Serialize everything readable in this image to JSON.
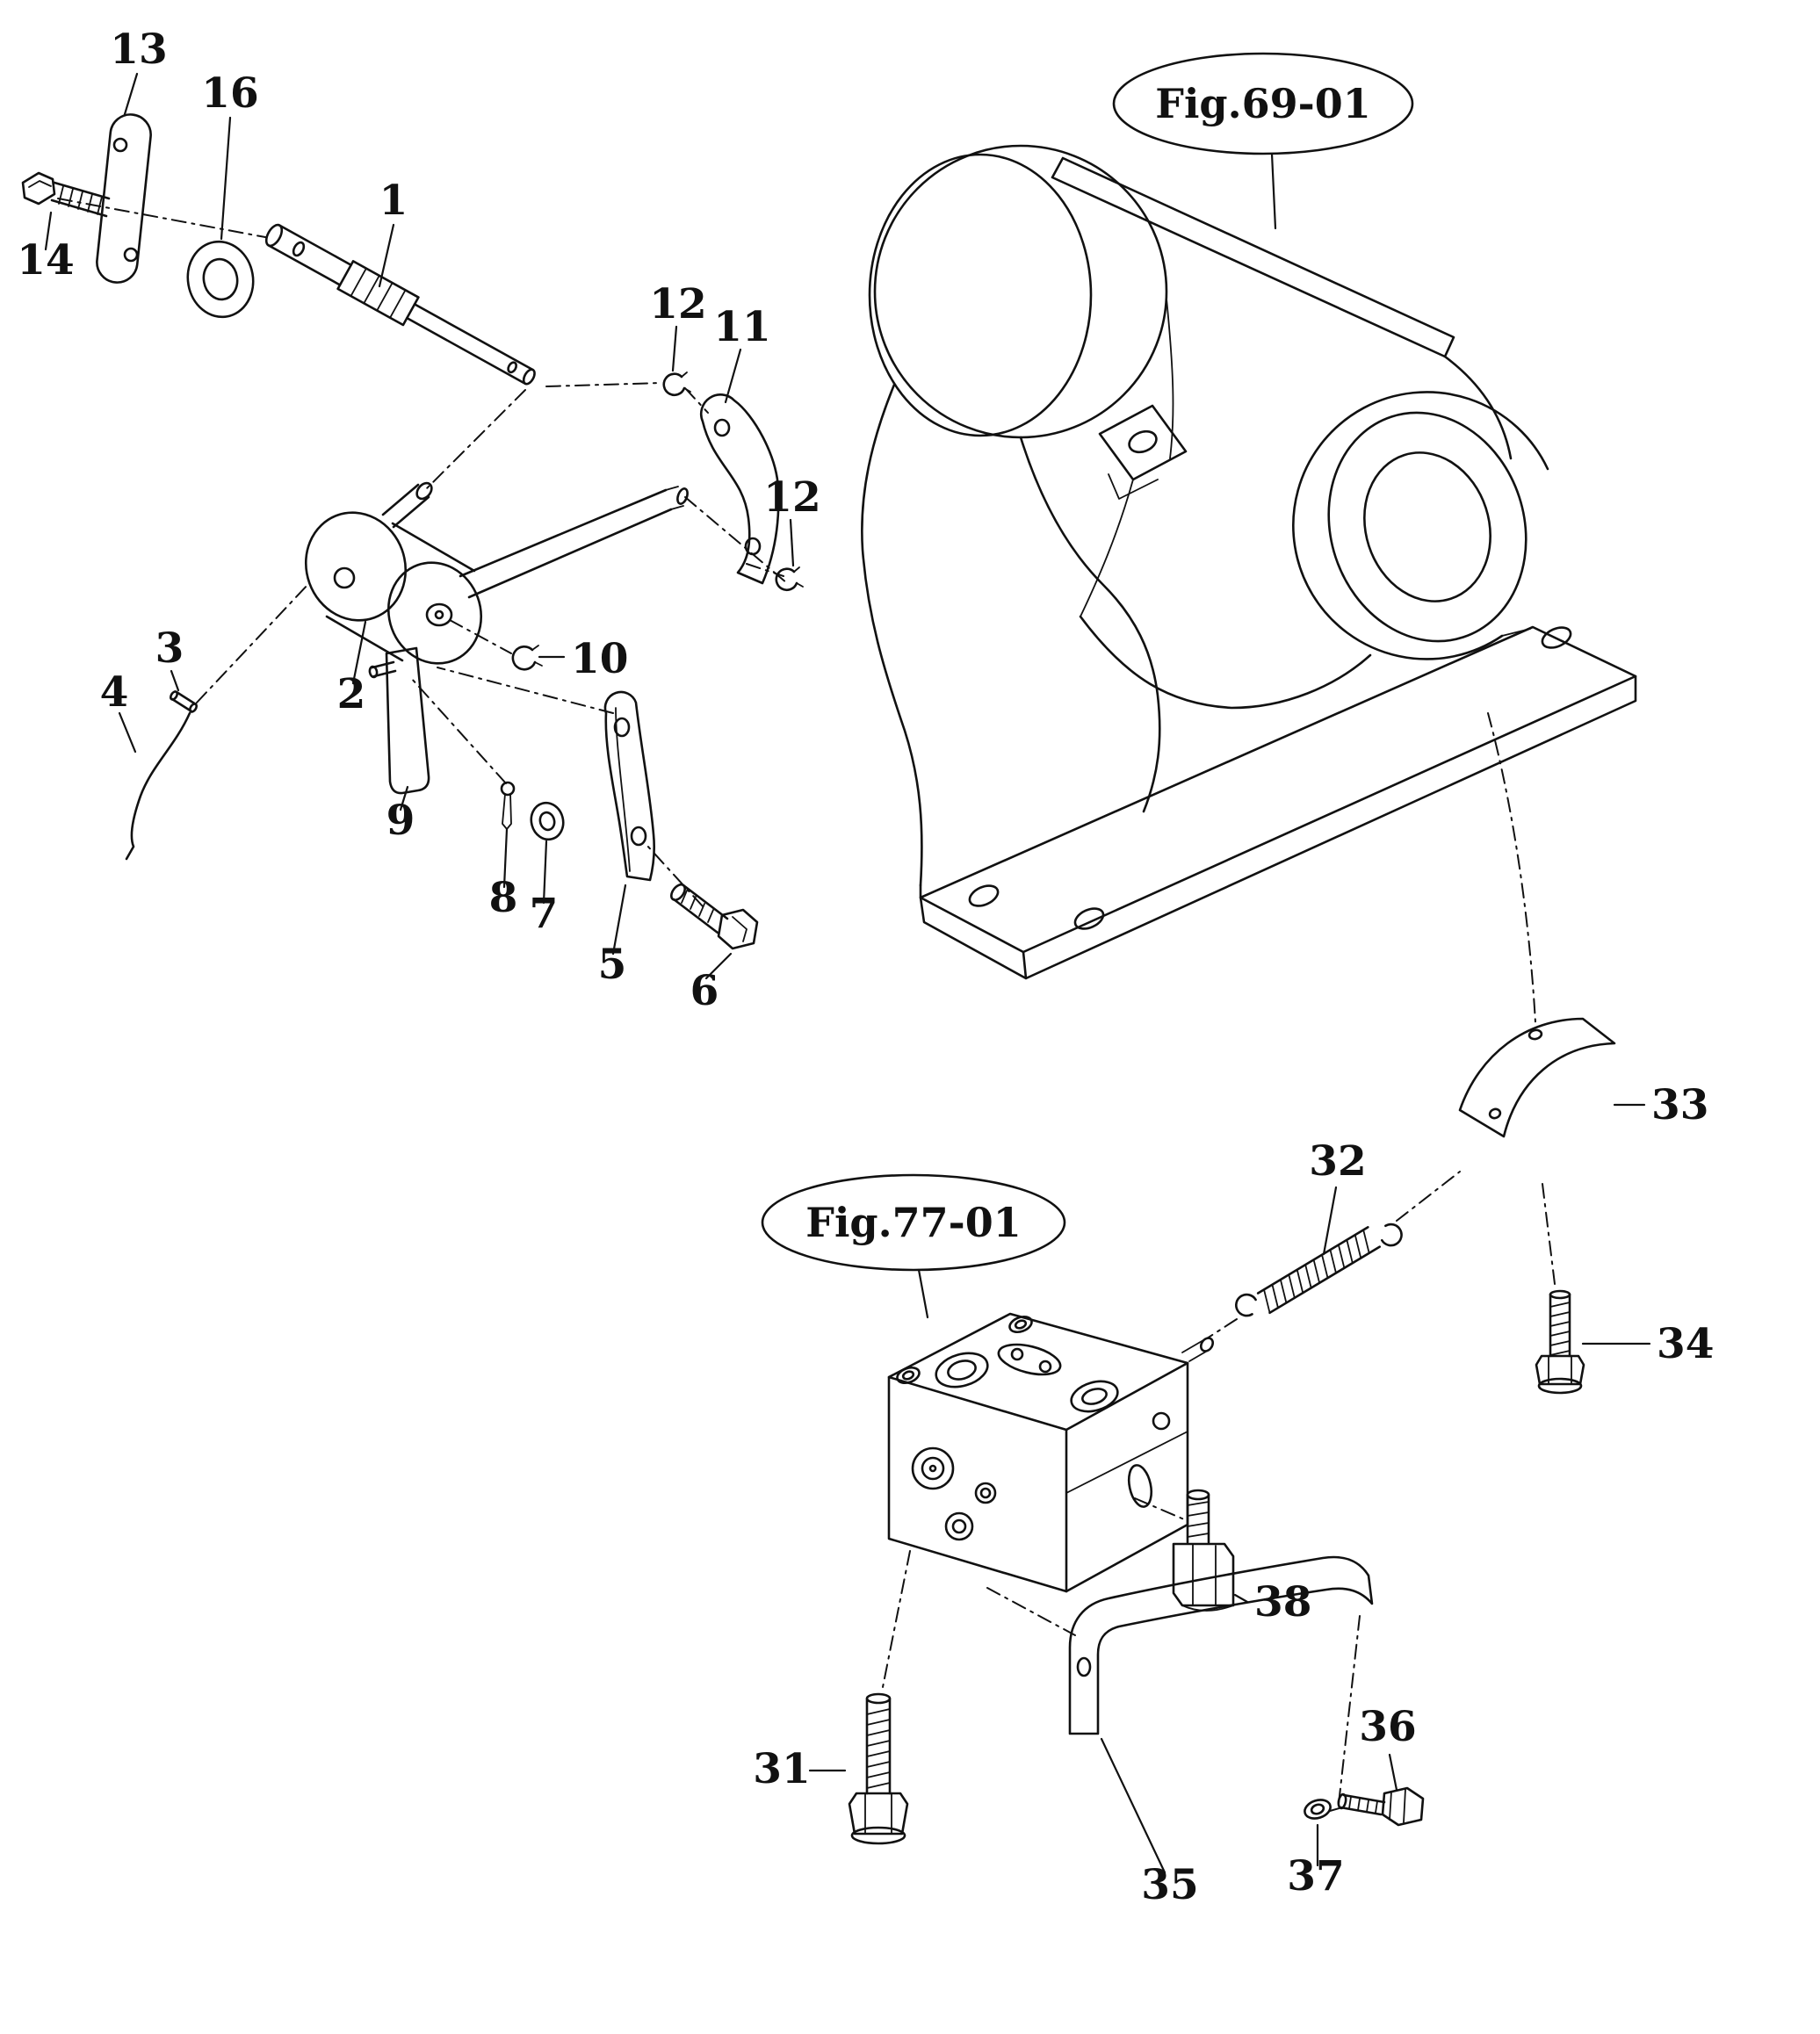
{
  "colors": {
    "ink": "#111111",
    "paper": "#ffffff"
  },
  "figures": {
    "fig69": {
      "label": "Fig.69-01"
    },
    "fig77": {
      "label": "Fig.77-01"
    }
  },
  "labels": {
    "p1": "1",
    "p2": "2",
    "p3": "3",
    "p4": "4",
    "p5": "5",
    "p6": "6",
    "p7": "7",
    "p8": "8",
    "p9": "9",
    "p10": "10",
    "p11": "11",
    "p12a": "12",
    "p12b": "12",
    "p13": "13",
    "p14": "14",
    "p16": "16",
    "p31": "31",
    "p32": "32",
    "p33": "33",
    "p34": "34",
    "p35": "35",
    "p36": "36",
    "p37": "37",
    "p38": "38"
  }
}
